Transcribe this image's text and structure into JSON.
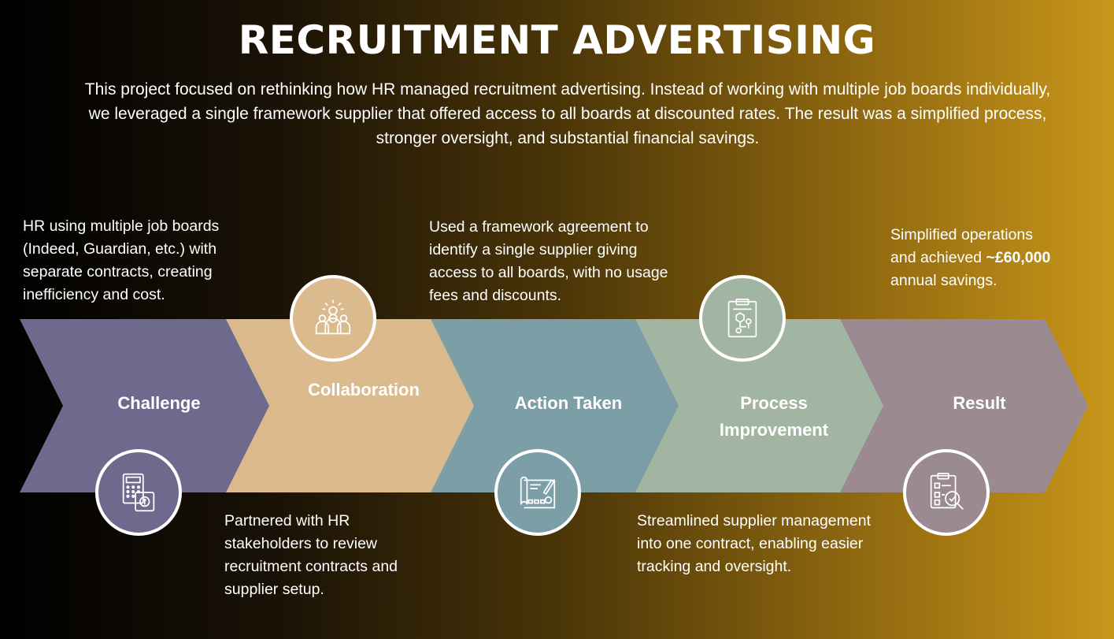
{
  "title": "RECRUITMENT ADVERTISING",
  "intro": "This project focused on rethinking how HR managed recruitment advertising. Instead of working with multiple job boards individually, we leveraged a single framework supplier that offered access to all boards at discounted rates. The result was a simplified process, stronger oversight, and substantial financial savings.",
  "stages": [
    {
      "label": "Challenge",
      "color": "#6e6a8e"
    },
    {
      "label": "Collaboration",
      "color": "#dbbb8d"
    },
    {
      "label": "Action Taken",
      "color": "#7c9fa7"
    },
    {
      "label": "Process Improvement",
      "color": "#a2b5a2"
    },
    {
      "label": "Result",
      "color": "#9c8a93"
    }
  ],
  "descriptions": {
    "challenge": "HR using multiple job boards (Indeed, Guardian, etc.) with separate contracts, creating inefficiency and cost.",
    "collaboration": "Partnered with HR stakeholders to review recruitment contracts and supplier setup.",
    "action": "Used a framework agreement to identify a single supplier giving access to all boards, with no usage fees and discounts.",
    "process": "Streamlined supplier management into one contract, enabling easier tracking and oversight.",
    "result_prefix": "Simplified operations and achieved ",
    "result_highlight": "~£60,000",
    "result_suffix": " annual savings."
  },
  "icons": {
    "challenge": "calculator-money-icon",
    "collaboration": "team-idea-icon",
    "action": "blueprint-plan-icon",
    "process": "clipboard-workflow-icon",
    "result": "clipboard-search-icon"
  }
}
